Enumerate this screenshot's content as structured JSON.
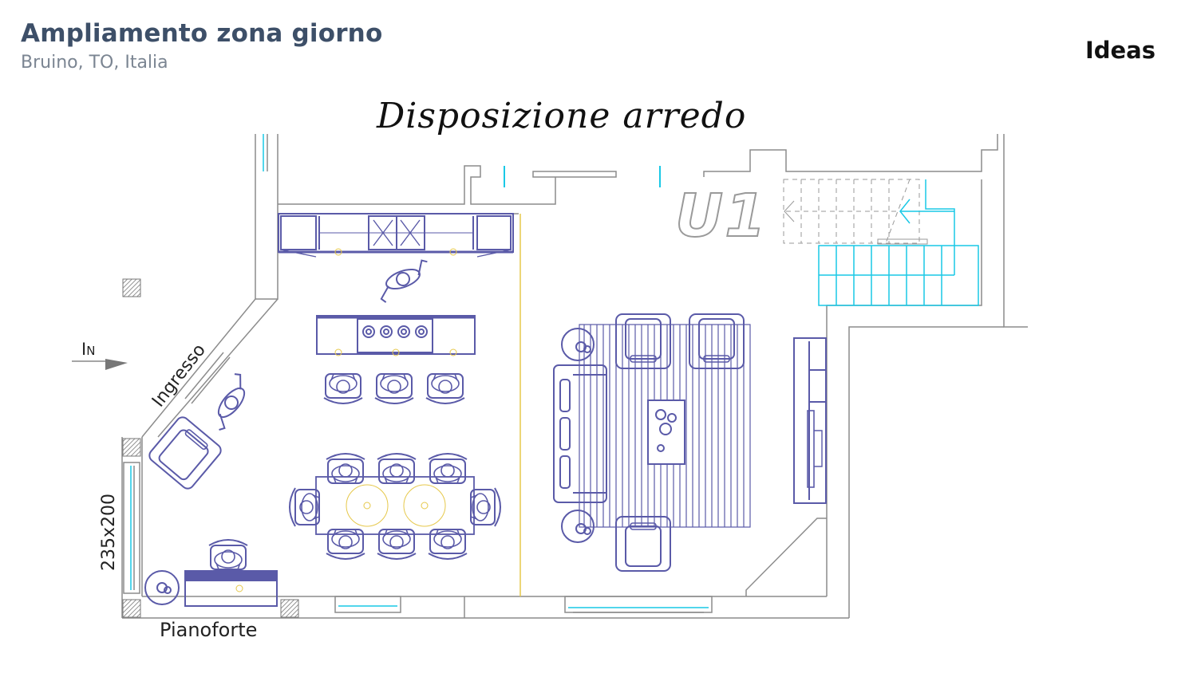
{
  "header": {
    "title": "Ampliamento zona giorno",
    "subtitle": "Bruino, TO, Italia",
    "brand": "Ideas"
  },
  "plan": {
    "title": "Disposizione arredo",
    "labels": {
      "level": "U1",
      "entrance_arrow": "In",
      "entrance": "Ingresso",
      "window": "235x200",
      "piano": "Pianoforte"
    }
  },
  "colors": {
    "furniture": "#5a5aa8",
    "walls": "#8c8c8c",
    "cyan": "#19c8e6",
    "yellow": "#e6c84a",
    "title": "#3d4f68"
  }
}
